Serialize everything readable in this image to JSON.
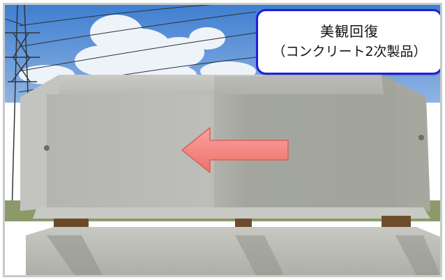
{
  "image": {
    "caption": {
      "title": "美観回復",
      "subtitle": "（コンクリート2次製品）"
    },
    "arrow": {
      "direction": "left",
      "color": "#f47f7a",
      "icon": "left-arrow-icon"
    },
    "colors": {
      "sky": "#5f93d6",
      "concrete_cleaned": "#b9bab5",
      "concrete_dirty": "#a7a9a1",
      "badge_border": "#1f1fd6"
    }
  }
}
